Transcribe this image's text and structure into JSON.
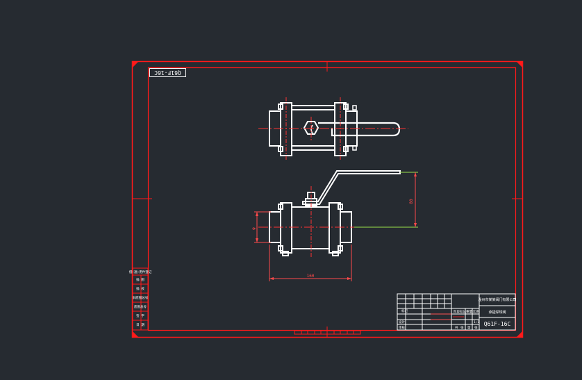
{
  "drawing": {
    "code_tag": "Q61F-16C",
    "model": "Q61F-16C",
    "colors": {
      "background": "#262b31",
      "frame": "#ff1a1a",
      "part": "#ffffff",
      "center": "#ff3333",
      "dimension": "#ff4a4a",
      "dim_ext": "#9be34a"
    },
    "dimensions": {
      "handle_height": "80",
      "body_diameter": "φ",
      "face_length": "160"
    },
    "title_block": {
      "company": "温州市某某阀门有限公司",
      "part_name": "承插焊球阀",
      "row_labels": [
        "标记",
        "设计",
        "审核"
      ],
      "cell_labels": [
        "阶段标记",
        "重量",
        "比例",
        "共",
        "张",
        "第",
        "张",
        "1:1"
      ]
    },
    "revision_block": {
      "title": "借(通)用件登记",
      "rows": [
        "描 图",
        "描 校",
        "旧底图总号",
        "底图总号",
        "签 字",
        "日 期"
      ]
    }
  }
}
